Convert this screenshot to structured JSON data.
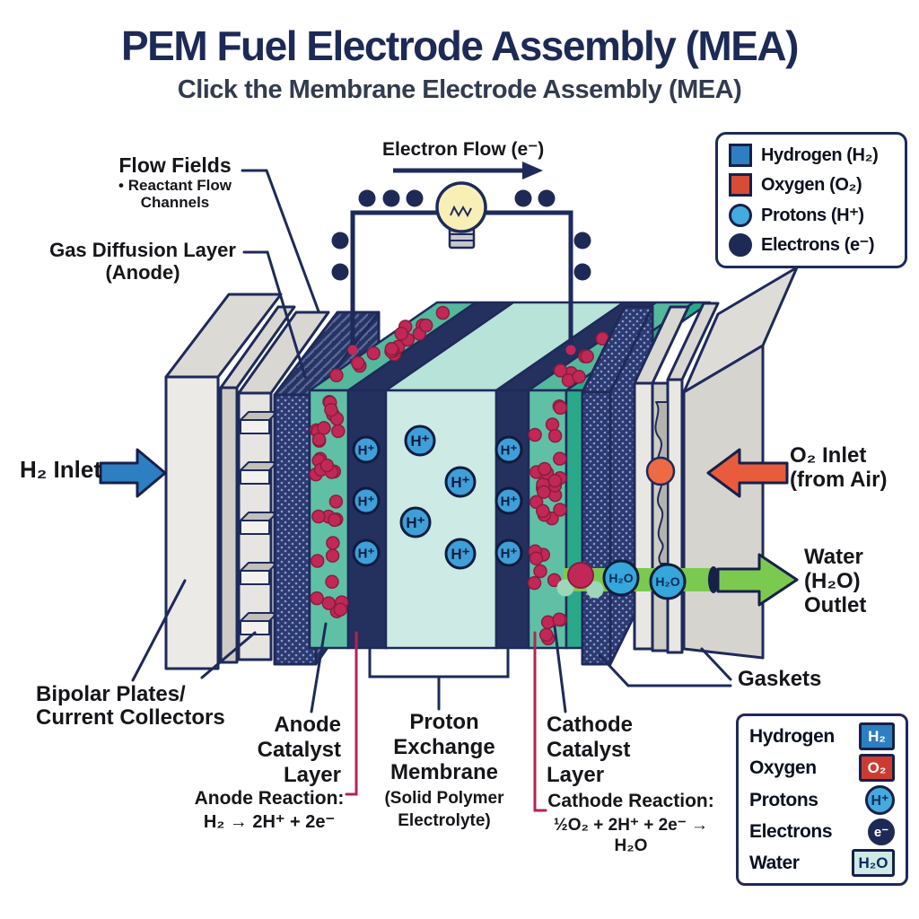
{
  "header": {
    "title": "PEM Fuel Electrode Assembly (MEA)",
    "subtitle": "Click the Membrane Electrode Assembly (MEA)"
  },
  "colors": {
    "navy_outline": "#1e2a5a",
    "hydrogen_blue": "#2d7fc1",
    "oxygen_red": "#d84b35",
    "proton_blue": "#3f9fd8",
    "electron_navy": "#1e2a55",
    "membrane_mint": "#cdeae4",
    "catalyst_teal": "#5fc0a5",
    "particle_crimson": "#c22857",
    "water_green": "#7cc94f",
    "bulb_yellow": "#f7efb5"
  },
  "annotations": {
    "electron_flow": "Electron Flow (e⁻)",
    "flow_fields_title": "Flow Fields",
    "flow_fields_sub1": "• Reactant Flow",
    "flow_fields_sub2": "Channels",
    "gdl_title": "Gas Diffusion Layer",
    "gdl_sub": "(Anode)",
    "h2_inlet": "H₂ Inlet",
    "o2_inlet_line1": "O₂ Inlet",
    "o2_inlet_line2": "(from Air)",
    "water_line1": "Water",
    "water_line2": "(H₂O)",
    "water_line3": "Outlet",
    "bipolar_line1": "Bipolar Plates/",
    "bipolar_line2": "Current Collectors",
    "anode_cl_line1": "Anode",
    "anode_cl_line2": "Catalyst",
    "anode_cl_line3": "Layer",
    "pem_line1": "Proton",
    "pem_line2": "Exchange",
    "pem_line3": "Membrane",
    "pem_sub1": "(Solid Polymer",
    "pem_sub2": "Electrolyte)",
    "cathode_cl_line1": "Cathode",
    "cathode_cl_line2": "Catalyst",
    "cathode_cl_line3": "Layer",
    "anode_reaction_title": "Anode Reaction:",
    "anode_reaction_eq": "H₂ → 2H⁺ + 2e⁻",
    "cathode_reaction_title": "Cathode Reaction:",
    "cathode_reaction_eq": "½O₂ + 2H⁺ + 2e⁻ → H₂O",
    "gaskets": "Gaskets"
  },
  "particles": {
    "proton": "H⁺",
    "water": "H₂O"
  },
  "legend_top": {
    "items": [
      {
        "label": "Hydrogen (H₂)"
      },
      {
        "label": "Oxygen (O₂)"
      },
      {
        "label": "Protons (H⁺)"
      },
      {
        "label": "Electrons (e⁻)"
      }
    ]
  },
  "legend_bottom": {
    "items": [
      {
        "label": "Hydrogen",
        "badge": "H₂"
      },
      {
        "label": "Oxygen",
        "badge": "O₂"
      },
      {
        "label": "Protons",
        "badge": "H⁺"
      },
      {
        "label": "Electrons",
        "badge": "e⁻"
      },
      {
        "label": "Water",
        "badge": "H₂O"
      }
    ]
  }
}
